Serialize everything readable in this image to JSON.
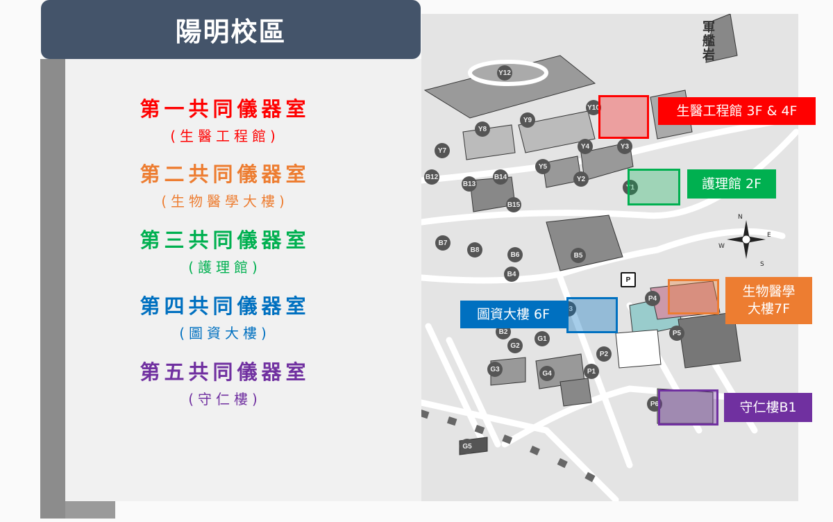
{
  "header": {
    "title": "陽明校區"
  },
  "labs": [
    {
      "title": "第一共同儀器室",
      "sub": "(生醫工程館)",
      "color": "#ff0000"
    },
    {
      "title": "第二共同儀器室",
      "sub": "(生物醫學大樓)",
      "color": "#ed7d31"
    },
    {
      "title": "第三共同儀器室",
      "sub": "(護理館)",
      "color": "#00b050"
    },
    {
      "title": "第四共同儀器室",
      "sub": "(圖資大樓)",
      "color": "#0070c0"
    },
    {
      "title": "第五共同儀器室",
      "sub": "(守仁樓)",
      "color": "#7030a0"
    }
  ],
  "map": {
    "landmark": "軍艦岩",
    "compass": {
      "n": "N",
      "e": "E",
      "s": "S",
      "w": "W"
    },
    "highlights": [
      {
        "label": "生醫工程館 3F & 4F",
        "color": "#ff0000"
      },
      {
        "label": "護理館 2F",
        "color": "#00b050"
      },
      {
        "label": "生物醫學大樓7F",
        "color": "#ed7d31"
      },
      {
        "label": "圖資大樓 6F",
        "color": "#0070c0"
      },
      {
        "label": "守仁樓B1",
        "color": "#7030a0"
      }
    ],
    "buildings": [
      "Y12",
      "Y10",
      "Y9",
      "Y8",
      "Y7",
      "Y5",
      "Y4",
      "Y3",
      "Y2",
      "Y1",
      "B12",
      "B13",
      "B14",
      "B15",
      "B8",
      "B7",
      "B6",
      "B5",
      "B4",
      "B2",
      "G1",
      "G2",
      "G3",
      "G4",
      "G5",
      "P1",
      "P2",
      "P3",
      "P4",
      "P5",
      "P6",
      "P"
    ]
  }
}
